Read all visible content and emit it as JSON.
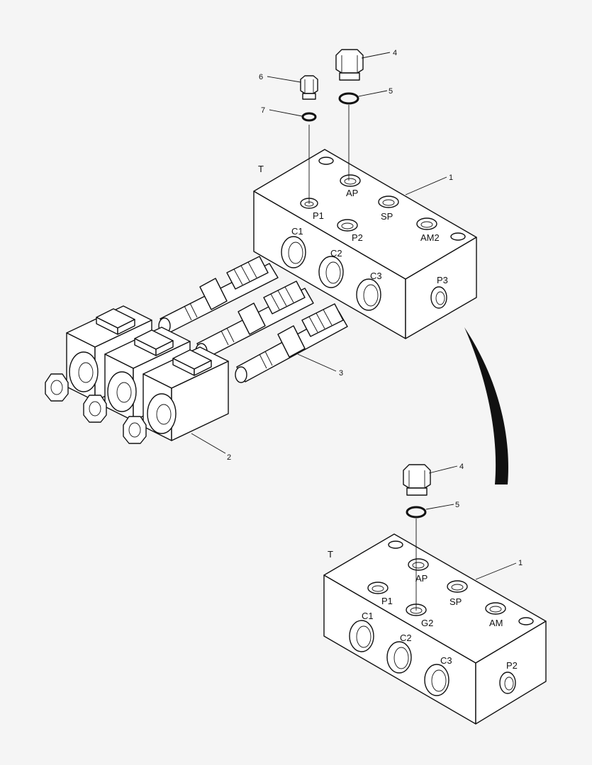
{
  "colors": {
    "ink": "#111111",
    "paper": "#f5f5f5",
    "part": "#ffffff"
  },
  "upper_block": {
    "corner_label": "T",
    "ports": {
      "p1": "P1",
      "ap": "AP",
      "sp": "SP",
      "p2": "P2",
      "am2": "AM2",
      "c1": "C1",
      "c2": "C2",
      "c3": "C3",
      "p3": "P3"
    }
  },
  "lower_block": {
    "corner_label": "T",
    "ports": {
      "ap": "AP",
      "p1": "P1",
      "sp": "SP",
      "g2": "G2",
      "am": "AM",
      "c1": "C1",
      "c2": "C2",
      "c3": "C3",
      "p2": "P2"
    }
  },
  "callouts": {
    "upper_plug_large": "4",
    "upper_oring_large": "5",
    "upper_plug_small": "6",
    "upper_oring_small": "7",
    "upper_block": "1",
    "cartridge": "3",
    "coil": "2",
    "lower_plug": "4",
    "lower_oring": "5",
    "lower_block": "1"
  },
  "icons": {
    "plug": "hex-plug-icon",
    "oring": "o-ring-icon",
    "cartridge": "cartridge-valve-icon",
    "coil": "solenoid-coil-icon",
    "nut": "hex-nut-icon",
    "arrow": "curved-arrow-icon"
  }
}
